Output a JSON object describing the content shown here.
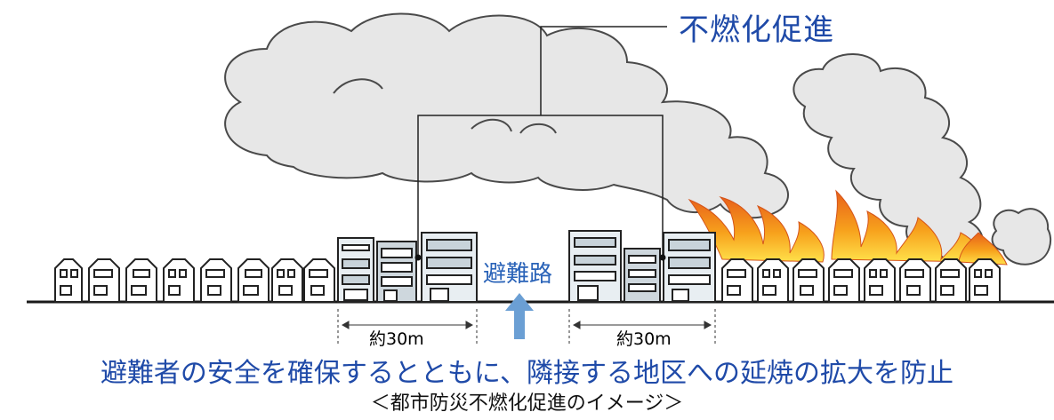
{
  "labels": {
    "title": "不燃化促進",
    "evacuation_route": "避難路",
    "distance_left": "約30m",
    "distance_right": "約30m",
    "main_caption": "避難者の安全を確保するとともに、隣接する地区への延焼の拡大を防止",
    "sub_caption": "＜都市防災不燃化促進のイメージ＞"
  },
  "colors": {
    "text_blue": "#1f4aa8",
    "route_blue": "#2a63b8",
    "arrow": "#6b9fd4",
    "smoke_fill": "#e7e7e7",
    "smoke_stroke": "#4a4a4a",
    "flame_outer": "#ef7d18",
    "flame_inner": "#ffd21f",
    "house_fill": "#ffffff",
    "building_fill": "#e8eef2"
  },
  "icons": [
    "smoke-cloud-icon",
    "flame-icon",
    "house-icon",
    "building-icon",
    "up-arrow-icon"
  ]
}
